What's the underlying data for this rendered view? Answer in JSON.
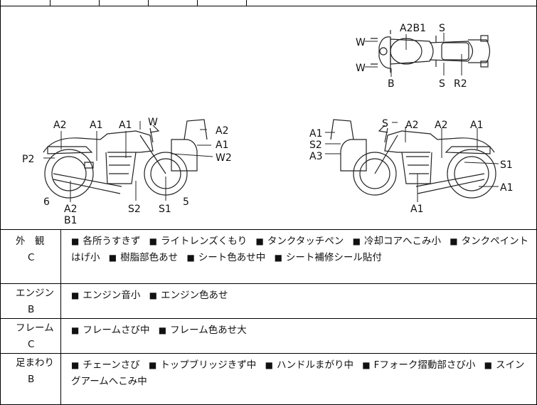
{
  "diagram": {
    "top_view": [
      "A2B1",
      "S",
      "W",
      "W",
      "B",
      "S",
      "R2"
    ],
    "left_side": [
      "A2",
      "A1",
      "A1",
      "W",
      "A2",
      "A1",
      "W2",
      "P2",
      "6",
      "A2",
      "B1",
      "S2",
      "S1",
      "5"
    ],
    "right_side": [
      "S",
      "A2",
      "A2",
      "A1",
      "A1",
      "S2",
      "A3",
      "S1",
      "A1",
      "A1"
    ]
  },
  "sections": [
    {
      "category": "外　観",
      "grade": "C",
      "items": [
        "各所うすきず",
        "ライトレンズくもり",
        "タンクタッチペン",
        "冷却コアへこみ小",
        "タンクペイントはげ小",
        "樹脂部色あせ",
        "シート色あせ中",
        "シート補修シール貼付"
      ]
    },
    {
      "category": "エンジン",
      "grade": "B",
      "items": [
        "エンジン音小",
        "エンジン色あせ"
      ]
    },
    {
      "category": "フレーム",
      "grade": "C",
      "items": [
        "フレームさび中",
        "フレーム色あせ大"
      ]
    },
    {
      "category": "足まわり",
      "grade": "B",
      "items": [
        "チェーンさび",
        "トップブリッジきず中",
        "ハンドルまがり中",
        "Fフォーク摺動部さび小",
        "スイングアームへこみ中"
      ]
    }
  ],
  "bullet": "■"
}
